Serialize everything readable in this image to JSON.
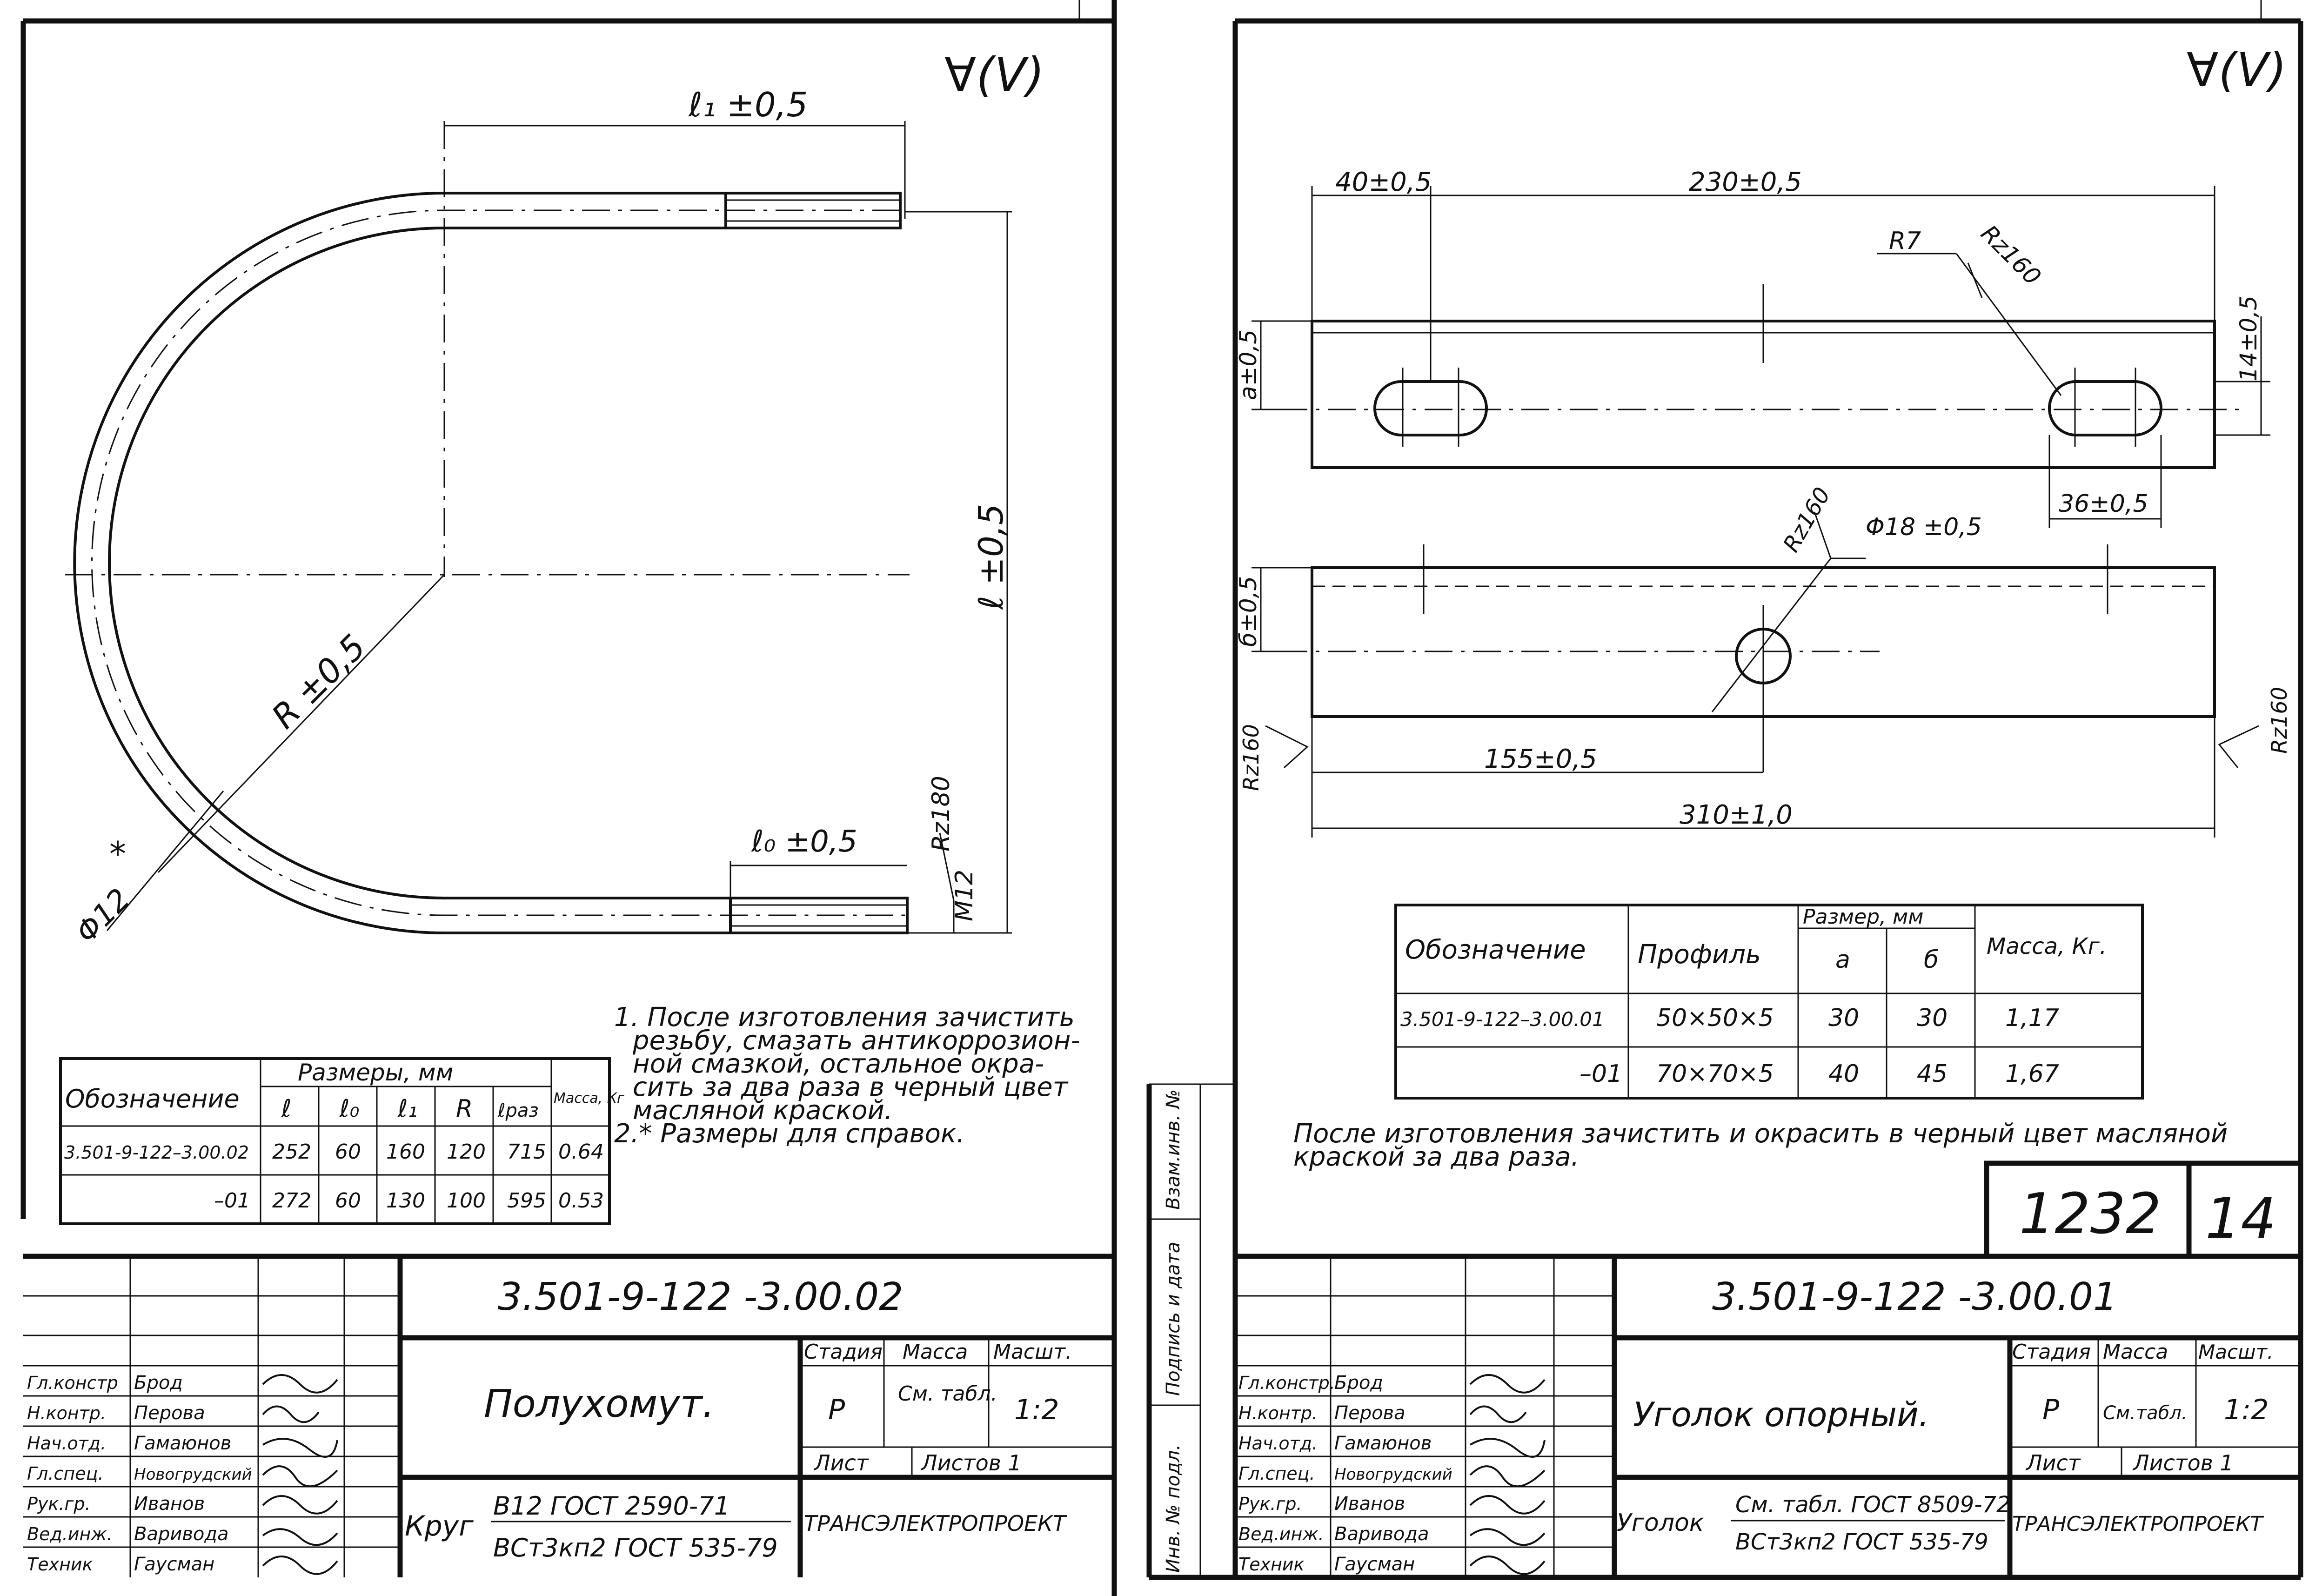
{
  "left_sheet": {
    "roughness": "∀(V)",
    "dimensions": {
      "l1": "ℓ₁ ±0,5",
      "l": "ℓ ±0,5",
      "R": "R ±0,5",
      "phi": "Φ12",
      "star": "*",
      "l0": "ℓ₀ ±0,5",
      "Rz": "Rz180",
      "M": "M12"
    },
    "notes": [
      "1. После изготовления зачистить",
      "резьбу, смазать антикоррозион-",
      "ной смазкой, остальное окра-",
      "сить за два раза в черный цвет",
      "масляной краской.",
      "2.* Размеры для справок."
    ],
    "table": {
      "header_designation": "Обозначение",
      "header_sizes": "Размеры, мм",
      "header_mass": "Масса, Кг",
      "cols": [
        "ℓ",
        "ℓ₀",
        "ℓ₁",
        "R",
        "ℓраз"
      ],
      "rows": [
        {
          "designation": "3.501-9-122–3.00.02",
          "values": [
            "252",
            "60",
            "160",
            "120",
            "715"
          ],
          "mass": "0.64"
        },
        {
          "designation": "–01",
          "values": [
            "272",
            "60",
            "130",
            "100",
            "595"
          ],
          "mass": "0.53"
        }
      ]
    },
    "title_block": {
      "doc_number": "3.501-9-122   -3.00.02",
      "name": "Полухомут.",
      "stage_label": "Стадия",
      "mass_label": "Масса",
      "scale_label": "Масшт.",
      "stage": "Р",
      "mass": "См. табл.",
      "scale": "1:2",
      "sheet_label": "Лист",
      "sheets_label": "Листов 1",
      "org": "ТРАНСЭЛЕКТРОПРОЕКТ",
      "material_kind": "Круг",
      "material_line1": "В12 ГОСТ 2590-71",
      "material_line2": "ВСт3кп2 ГОСТ 535-79",
      "signers": [
        {
          "role": "Гл.констр",
          "name": "Брод"
        },
        {
          "role": "Н.контр.",
          "name": "Перова"
        },
        {
          "role": "Нач.отд.",
          "name": "Гамаюнов"
        },
        {
          "role": "Гл.спец.",
          "name": "Новогрудский"
        },
        {
          "role": "Рук.гр.",
          "name": "Иванов"
        },
        {
          "role": "Вед.инж.",
          "name": "Варивода"
        },
        {
          "role": "Техник",
          "name": "Гаусман"
        }
      ]
    }
  },
  "right_sheet": {
    "roughness": "∀(V)",
    "side_stamp": [
      "Взам.инв. №",
      "Подпись и дата",
      "Инв. № подл."
    ],
    "dimensions": {
      "d40": "40±0,5",
      "d230": "230±0,5",
      "R7": "R7",
      "Rz160_top": "Rz160",
      "a": "a±0,5",
      "d14": "14±0,5",
      "d36": "36±0,5",
      "Rz160_mid": "Rz160",
      "phi18": "Φ18 ±0,5",
      "b": "б±0,5",
      "Rz160_left": "Rz160",
      "Rz160_right": "Rz160",
      "d155": "155±0,5",
      "d310": "310±1,0"
    },
    "table": {
      "header_designation": "Обозначение",
      "header_profile": "Профиль",
      "header_sizes": "Размер, мм",
      "header_mass": "Масса, Кг.",
      "cols": [
        "а",
        "б"
      ],
      "rows": [
        {
          "designation": "3.501-9-122–3.00.01",
          "profile": "50×50×5",
          "a": "30",
          "b": "30",
          "mass": "1,17"
        },
        {
          "designation": "–01",
          "profile": "70×70×5",
          "a": "40",
          "b": "45",
          "mass": "1,67"
        }
      ]
    },
    "note_line1": "После изготовления зачистить и окрасить в черный цвет масляной",
    "note_line2": "краской за два раза.",
    "album": "1232",
    "page": "14",
    "title_block": {
      "doc_number": "3.501-9-122   -3.00.01",
      "name": "Уголок опорный.",
      "stage_label": "Стадия",
      "mass_label": "Масса",
      "scale_label": "Масшт.",
      "stage": "Р",
      "mass": "См.табл.",
      "scale": "1:2",
      "sheet_label": "Лист",
      "sheets_label": "Листов 1",
      "org": "ТРАНСЭЛЕКТРОПРОЕКТ",
      "material_kind": "Уголок",
      "material_line1": "См. табл. ГОСТ 8509-72",
      "material_line2": "ВСт3кп2 ГОСТ 535-79",
      "signers": [
        {
          "role": "Гл.констр.",
          "name": "Брод"
        },
        {
          "role": "Н.контр.",
          "name": "Перова"
        },
        {
          "role": "Нач.отд.",
          "name": "Гамаюнов"
        },
        {
          "role": "Гл.спец.",
          "name": "Новогрудский"
        },
        {
          "role": "Рук.гр.",
          "name": "Иванов"
        },
        {
          "role": "Вед.инж.",
          "name": "Варивода"
        },
        {
          "role": "Техник",
          "name": "Гаусман"
        }
      ]
    }
  }
}
